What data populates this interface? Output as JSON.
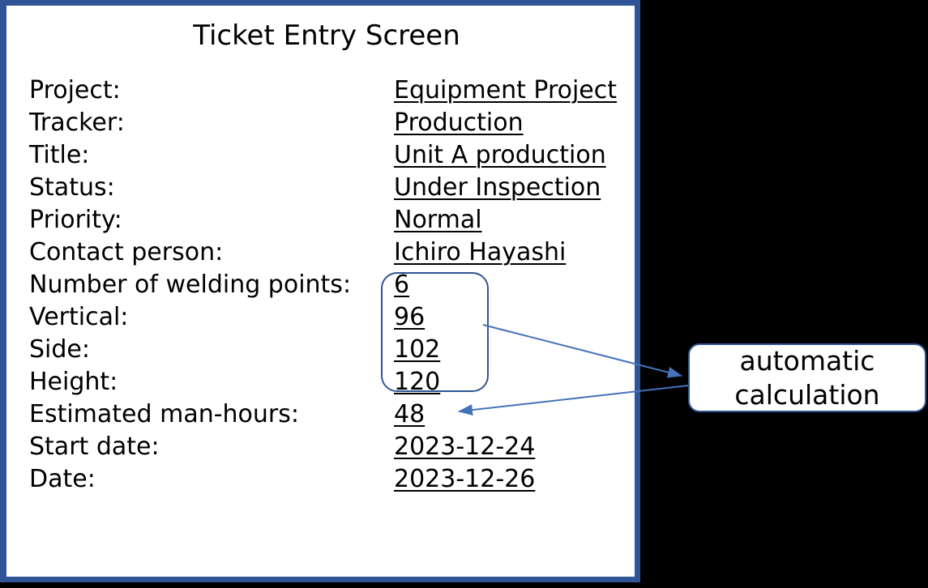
{
  "panel": {
    "title": "Ticket Entry Screen",
    "border_color": "#2f5597",
    "background_color": "#ffffff"
  },
  "canvas": {
    "background_color": "#000000"
  },
  "fields": [
    {
      "label": "Project:",
      "value": "Equipment Project"
    },
    {
      "label": "Tracker:",
      "value": "Production"
    },
    {
      "label": "Title:",
      "value": "Unit A production"
    },
    {
      "label": "Status:",
      "value": "Under Inspection"
    },
    {
      "label": "Priority:",
      "value": "Normal"
    },
    {
      "label": "Contact person:",
      "value": "Ichiro Hayashi"
    },
    {
      "label": "Number of welding points:",
      "value": "6"
    },
    {
      "label": "Vertical:",
      "value": "96"
    },
    {
      "label": "Side:",
      "value": "102"
    },
    {
      "label": "Height:",
      "value": "120"
    },
    {
      "label": "Estimated man-hours:",
      "value": "48"
    },
    {
      "label": "Start date:",
      "value": "2023-12-24"
    },
    {
      "label": "Date:",
      "value": "2023-12-26"
    }
  ],
  "annotation": {
    "line1": "automatic",
    "line2": "calculation",
    "border_color": "#2f5597",
    "arrow_color": "#4472b8"
  }
}
